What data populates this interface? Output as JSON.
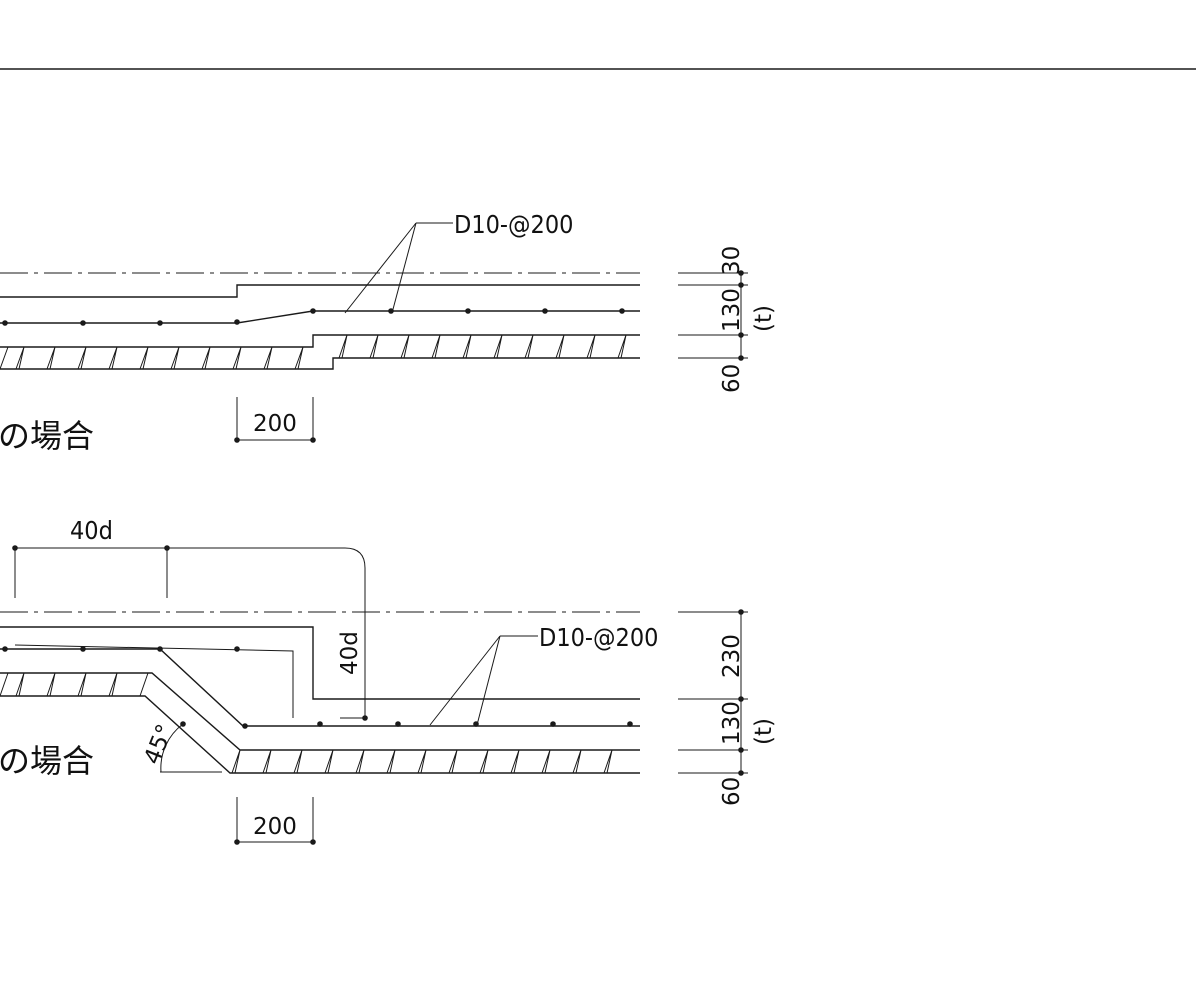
{
  "upper": {
    "rebar_label": "D10-@200",
    "dim_offset": "200",
    "caption": "の場合",
    "side_dims": [
      "30",
      "130",
      "60"
    ],
    "side_note": "(t)"
  },
  "lower": {
    "rebar_label": "D10-@200",
    "dim_offset": "200",
    "caption": "の場合",
    "anchor_top": "40d",
    "anchor_vert": "40d",
    "angle": "45°",
    "side_dims": [
      "230",
      "130",
      "60"
    ],
    "side_note": "(t)"
  }
}
